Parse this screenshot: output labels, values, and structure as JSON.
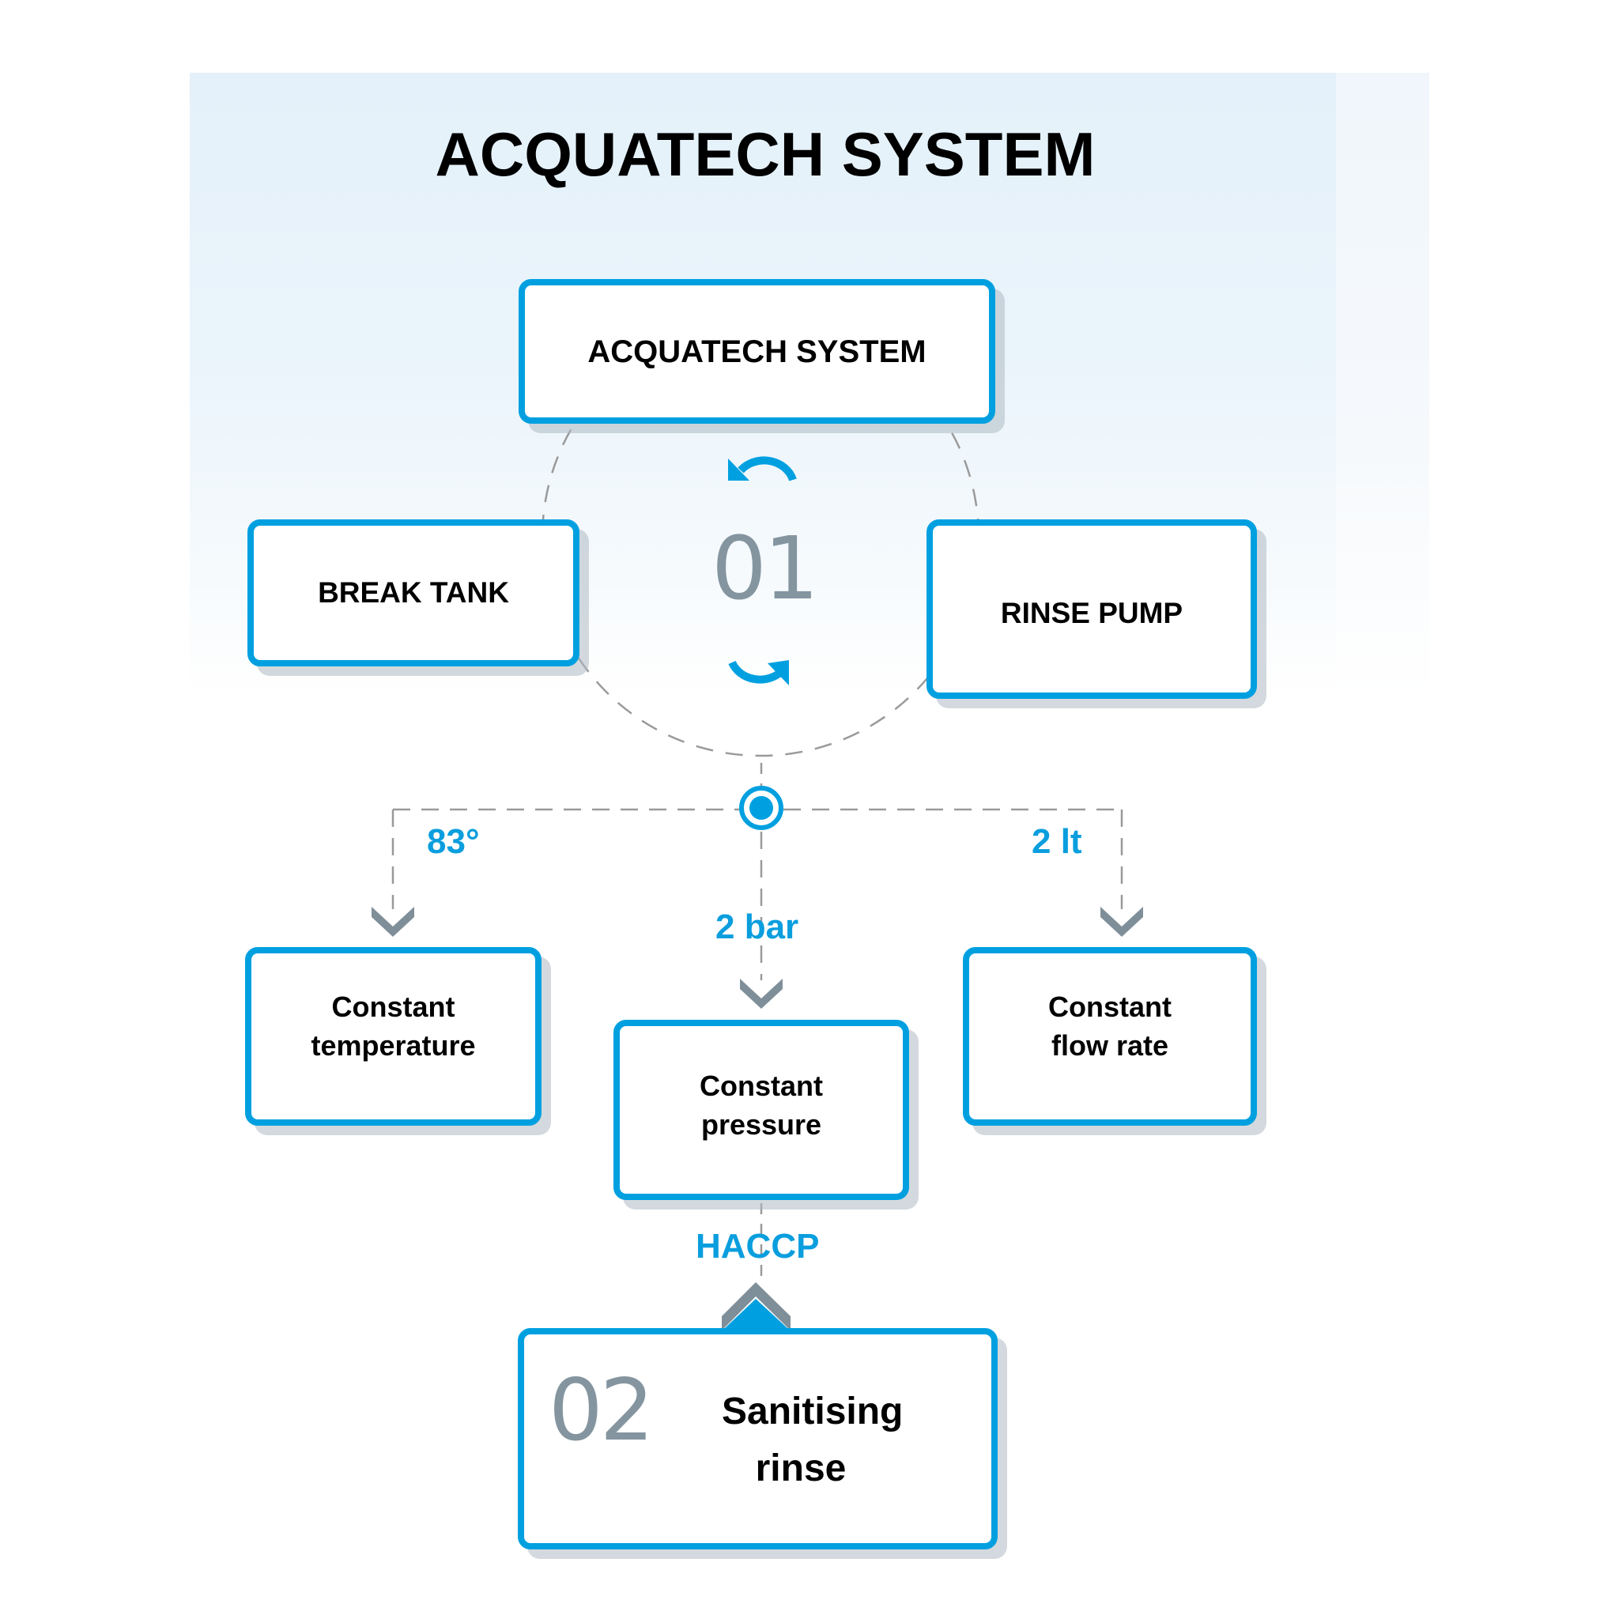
{
  "title": "ACQUATECH SYSTEM",
  "step1": {
    "number": "01",
    "center_box": "ACQUATECH SYSTEM",
    "left_box": "BREAK TANK",
    "right_box": "RINSE PUMP"
  },
  "parameters": [
    {
      "value": "83°",
      "label": "Constant\ntemperature"
    },
    {
      "value": "2 bar",
      "label": "Constant\npressure"
    },
    {
      "value": "2 lt",
      "label": "Constant\nflow rate"
    }
  ],
  "link_label": "HACCP",
  "step2": {
    "number": "02",
    "label": "Sanitising\nrinse"
  },
  "colors": {
    "accent": "#00a0e0",
    "arrow_gray": "#7f8f99",
    "number_gray": "#8495a0",
    "dash_gray": "#9a9a9a"
  },
  "icons": [
    "rotate-ccw-icon",
    "rotate-cw-icon",
    "target-node-icon",
    "chevron-down-icon",
    "chevron-up-icon"
  ]
}
